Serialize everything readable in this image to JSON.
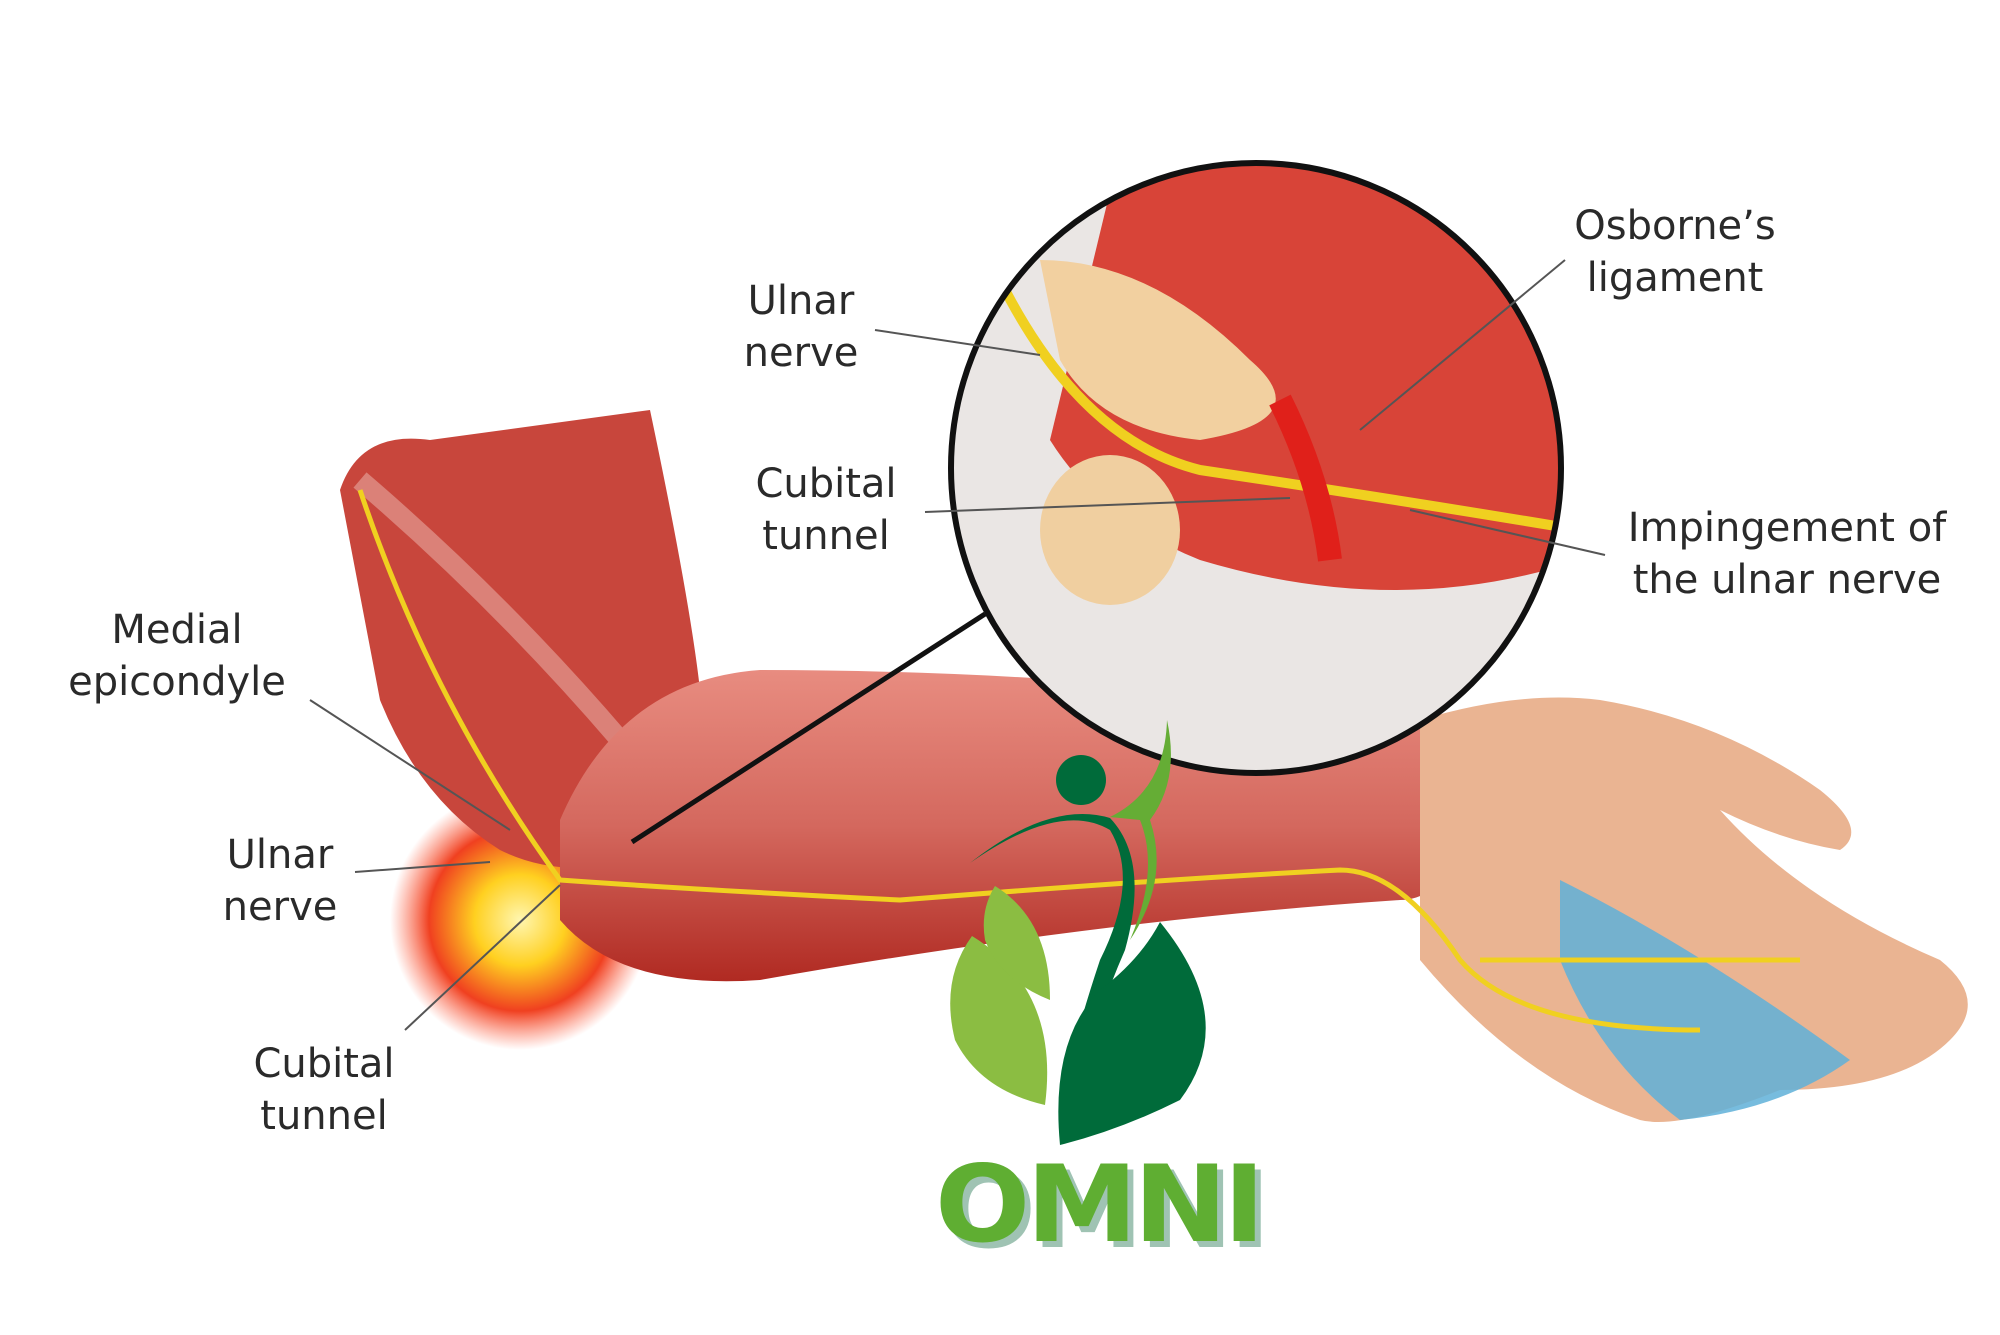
{
  "labels": {
    "ulnar_nerve_inset": [
      "Ulnar",
      "nerve"
    ],
    "cubital_tunnel_inset": [
      "Cubital",
      "tunnel"
    ],
    "osbornes_ligament": [
      "Osborne’s",
      "ligament"
    ],
    "impingement": [
      "Impingement of",
      "the ulnar nerve"
    ],
    "medial_epicondyle": [
      "Medial",
      "epicondyle"
    ],
    "ulnar_nerve_arm": [
      "Ulnar",
      "nerve"
    ],
    "cubital_tunnel_arm": [
      "Cubital",
      "tunnel"
    ]
  },
  "logo": {
    "text": "OMNI"
  },
  "colors": {
    "logo_dark": "#006b3a",
    "logo_light": "#8bbd42",
    "nerve": "#f0d020",
    "muscle": "#c8322a"
  }
}
